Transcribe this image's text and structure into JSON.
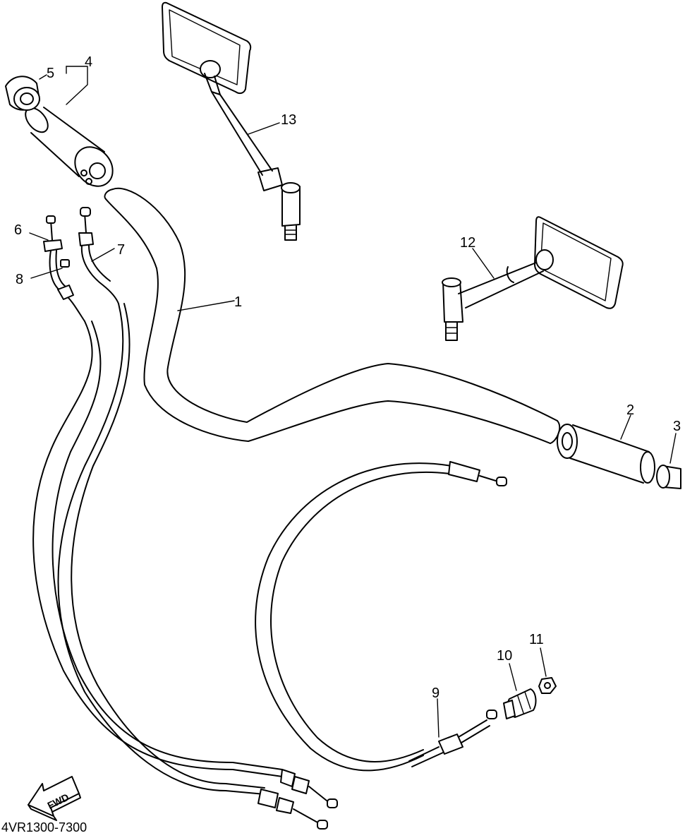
{
  "callouts": {
    "c1": "1",
    "c2": "2",
    "c3": "3",
    "c4": "4",
    "c5": "5",
    "c6": "6",
    "c7": "7",
    "c8": "8",
    "c9": "9",
    "c10": "10",
    "c11": "11",
    "c12": "12",
    "c13": "13"
  },
  "fwd_label": "FWD",
  "diagram_code": "4VR1300-7300",
  "colors": {
    "line": "#000000",
    "background": "#ffffff"
  }
}
